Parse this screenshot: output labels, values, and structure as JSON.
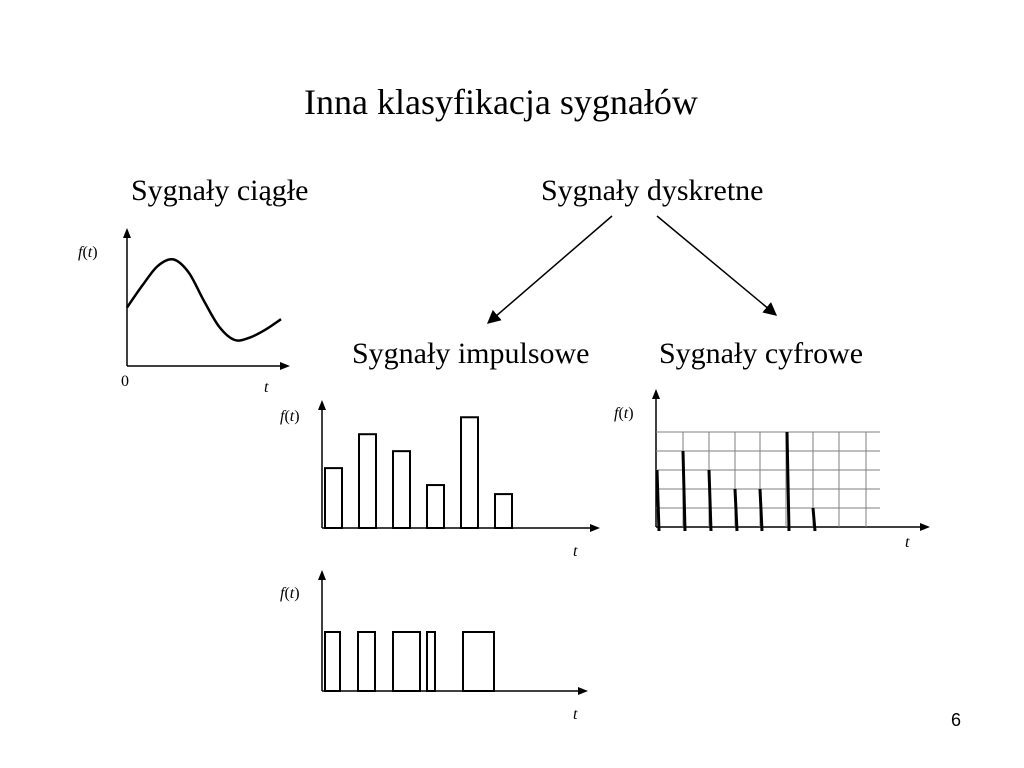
{
  "slide": {
    "title": "Inna klasyfikacja sygnałów",
    "page_number": "6"
  },
  "categories": {
    "continuous": "Sygnały ciągłe",
    "discrete": "Sygnały dyskretne",
    "impulse": "Sygnały impulsowe",
    "digital": "Sygnały cyfrowe"
  },
  "axes": {
    "y_func": "f",
    "y_arg": "t",
    "x": "t",
    "origin": "0"
  },
  "colors": {
    "ink": "#000000",
    "grid": "#7f7f7f",
    "background": "#ffffff"
  },
  "chart_data": [
    {
      "type": "line",
      "title": "Sygnały ciągłe",
      "description_shape": "smooth continuous wave",
      "x": [
        0,
        0.1,
        0.2,
        0.3,
        0.4,
        0.5,
        0.6,
        0.7,
        0.8,
        0.9,
        1.0
      ],
      "values": [
        0.45,
        0.62,
        0.77,
        0.82,
        0.72,
        0.5,
        0.3,
        0.2,
        0.22,
        0.28,
        0.36
      ],
      "xlabel": "t",
      "ylabel": "f(t)",
      "origin_label": "0",
      "grid": false
    },
    {
      "type": "bar",
      "title": "Sygnały impulsowe",
      "values": [
        0.53,
        0.83,
        0.68,
        0.38,
        0.98,
        0.3
      ],
      "xlabel": "t",
      "ylabel": "f(t)",
      "grid": false
    },
    {
      "type": "bar",
      "title": "Sygnały impulsowe",
      "values": [
        1,
        1,
        1,
        1,
        1
      ],
      "xlabel": "t",
      "ylabel": "f(t)",
      "grid": false
    },
    {
      "type": "bar",
      "title": "Sygnały cyfrowe",
      "values": [
        3,
        4,
        3,
        2,
        2,
        5,
        1
      ],
      "levels": [
        1,
        2,
        3,
        4,
        5
      ],
      "xlabel": "t",
      "ylabel": "f(t)",
      "grid": true
    }
  ]
}
